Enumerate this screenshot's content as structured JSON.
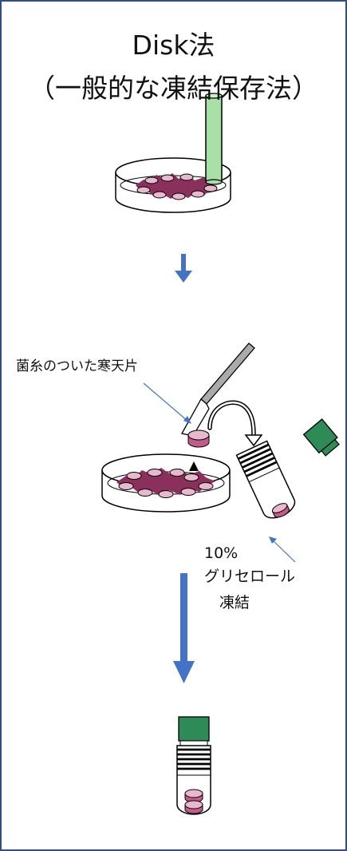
{
  "title": {
    "line1": "Disk法",
    "line2": "（一般的な凍結保存法）"
  },
  "labels": {
    "agar_piece": "菌糸のついた寒天片",
    "glycerol_percent": "10%",
    "glycerol_name": "グリセロール",
    "freeze": "凍結"
  },
  "colors": {
    "frame": "#2f4f8a",
    "arrow": "#4472c4",
    "mycelium": "#8b2f5d",
    "disk": "#c45a8a",
    "rod": "#a8e0a8",
    "cap": "#2e8b57"
  }
}
